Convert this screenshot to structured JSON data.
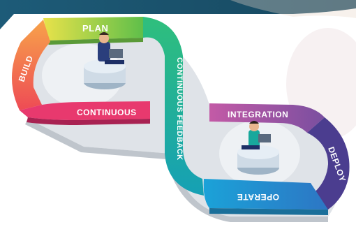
{
  "diagram": {
    "labels": {
      "plan": "PLAN",
      "build": "BUILD",
      "continuous": "CONTINUOUS",
      "continuous_feedback": "CONTINUOUS FEEDBACK",
      "integration": "INTEGRATION",
      "deploy": "DEPLOY",
      "operate": "OPERATE"
    },
    "colors": {
      "banner": "#1e5f7a",
      "plan": "#7ec44a",
      "build": "#f0604a",
      "continuous": "#e8396e",
      "feedback": "#16a8a0",
      "integration": "#b45ba0",
      "deploy": "#4b3d8f",
      "operate": "#1fa7d6",
      "platform": "#d9dde3"
    },
    "icons": [
      "person-laptop-icon-left",
      "person-laptop-icon-right"
    ]
  }
}
